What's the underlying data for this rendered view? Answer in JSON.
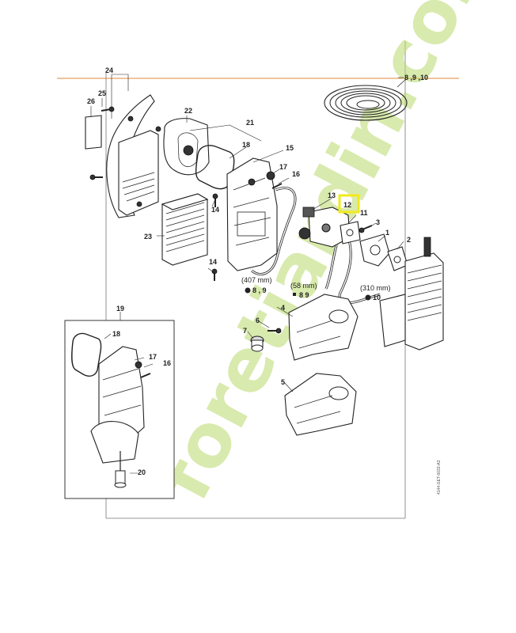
{
  "diagram": {
    "callouts": {
      "p1": "1",
      "p2": "2",
      "p3": "3",
      "p4": "4",
      "p5": "5",
      "p6": "6",
      "p7": "7",
      "p8_9_10": "8 ,9 ,10",
      "p11": "11",
      "p12": "12",
      "p13": "13",
      "p14a": "14",
      "p14b": "14",
      "p15": "15",
      "p16a": "16",
      "p16b": "16",
      "p17a": "17",
      "p17b": "17",
      "p18a": "18",
      "p18b": "18",
      "p19": "19",
      "p20": "20",
      "p21": "21",
      "p22": "22",
      "p23": "23",
      "p24": "24",
      "p25": "25",
      "p26": "26"
    },
    "notes": {
      "n407": "(407 mm)",
      "n407_ref": "8 , 9",
      "n58": "(58 mm)",
      "n58_ref": "8  9",
      "n310": "(310 mm)",
      "n310_ref": "10"
    },
    "document_id": "4144-GET-0033-A3",
    "watermark": "foretjardin.com",
    "colors": {
      "header_rule": "#e8a060",
      "highlight": "#f2ea1c",
      "watermark": "#b9d96b"
    }
  }
}
